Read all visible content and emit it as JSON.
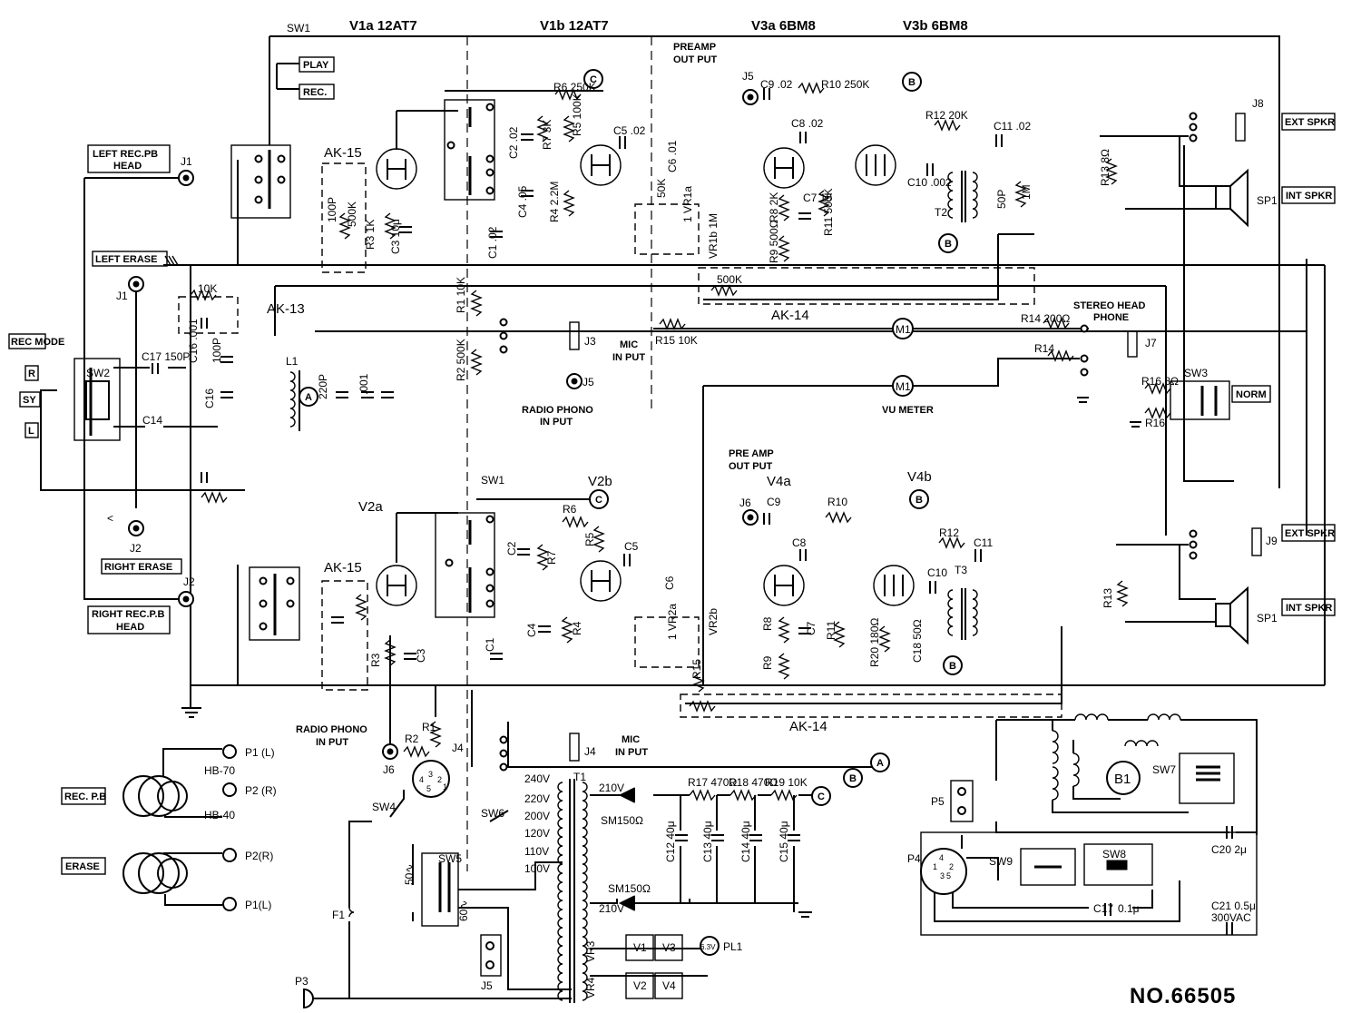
{
  "title": {
    "doc_number": "NO.66505"
  },
  "tubes": {
    "v1a": "V1a 12AT7",
    "v1b": "V1b 12AT7",
    "v3a": "V3a 6BM8",
    "v3b": "V3b 6BM8",
    "v2a": "V2a",
    "v2b": "V2b",
    "v4a": "V4a",
    "v4b": "V4b"
  },
  "boxed_labels": {
    "play": "PLAY",
    "rec": "REC.",
    "preamp_out_top": [
      "PREAMP",
      "OUT PUT"
    ],
    "preamp_out_bottom": [
      "PRE AMP",
      "OUT PUT"
    ],
    "left_head": [
      "LEFT REC.PB",
      "HEAD"
    ],
    "right_head": [
      "RIGHT REC.P.B",
      "HEAD"
    ],
    "left_erase": "LEFT ERASE",
    "right_erase": "RIGHT ERASE",
    "rec_mode": "REC MODE",
    "r": "R",
    "sy": "SY",
    "l": "L",
    "mic_in_top": [
      "MIC",
      "IN PUT"
    ],
    "mic_in_bottom": [
      "MIC",
      "IN PUT"
    ],
    "radio_in_top": [
      "RADIO PHONO",
      "IN PUT"
    ],
    "radio_in_bottom": [
      "RADIO PHONO",
      "IN PUT"
    ],
    "vu_meter": "VU METER",
    "stereo_phone": [
      "STEREO HEAD",
      "PHONE"
    ],
    "norm": "NORM",
    "ext_spkr_1": "EXT SPKR",
    "int_spkr_1": "INT SPKR",
    "ext_spkr_2": "EXT SPKR",
    "int_spkr_2": "INT SPKR",
    "rec_pb": "REC. P.B",
    "erase": "ERASE"
  },
  "modules": {
    "ak15_top": "AK-15",
    "ak15_bottom": "AK-15",
    "ak13": "AK-13",
    "ak14_top": "AK-14",
    "ak14_bottom": "AK-14"
  },
  "switches": {
    "sw1_top": "SW1",
    "sw1_bottom": "SW1",
    "sw2": "SW2",
    "sw3": "SW3",
    "sw4": "SW4",
    "sw5": "SW5",
    "sw6": "SW6",
    "sw7": "SW7",
    "sw8": "SW8",
    "sw9": "SW9"
  },
  "jacks": {
    "j1_top": "J1",
    "j1_mid": "J1",
    "j2_mid": "J2",
    "j2_bottom": "J2",
    "j3": "J3",
    "j4": "J4",
    "j4_socket": "J4",
    "j5_top": "J5",
    "j5_mid": "J5",
    "j5_bottom": "J5",
    "j6_top": "J6",
    "j6_bottom": "J6",
    "j7": "J7",
    "j8": "J8",
    "j9": "J9"
  },
  "components_top": {
    "r6": "R6 250K",
    "r5": "R5 100K",
    "r7": "R7 3K",
    "r4": "R4 2.2M",
    "r3": "R3 1K",
    "c2": "C2 .02",
    "c4": "C4 .05",
    "c1": "C1 .02",
    "c3": "C3 10μ",
    "c5": "C5 .02",
    "c6": "C6 .01",
    "vr1a": "1 VR1a",
    "vr1b": "VR1b 1M",
    "vr_50k": "50K",
    "r_100p": "100P",
    "r_500k": "500K",
    "c9": "C9 .02",
    "r10": "R10 250K",
    "r12": "R12 20K",
    "c8": "C8 .02",
    "c11": "C11 .02",
    "c10": "C10 .002",
    "c7": "C7 10",
    "r8": "R8 2K",
    "r9": "R9 500Ω",
    "r11": "R11 500K",
    "r13": "R13 8Ω",
    "t2": "T2",
    "p50": "50P",
    "r1m": "1M",
    "r500k_bus": "500K",
    "r1": "R1 10K",
    "r2": "R2 500K",
    "r15": "R15 10K",
    "r14a": "R14 200Ω",
    "r14b": "R14",
    "r16a": "R16 8Ω",
    "r16b": "R16",
    "m1a": "M1",
    "m1b": "M1"
  },
  "components_mid": {
    "r10k": "10K",
    "c17": "C17 150P",
    "c16a": "C16 .001",
    "p100": "100P",
    "c16b": "C16",
    "l1": "L1",
    "c220p": "220P",
    "c001": ".001",
    "c14": "C14"
  },
  "components_bottom": {
    "r6": "R6",
    "r7": "R7",
    "r5": "R5",
    "c2": "C2",
    "c4": "C4",
    "r4": "R4",
    "c1": "C1",
    "c3": "C3",
    "r3": "R3",
    "c5": "C5",
    "c6": "C6",
    "vr2a": "1 VR2a",
    "vr2b": "VR2b",
    "r15": "R15",
    "c9": "C9",
    "r10": "R10",
    "c8": "C8",
    "r12": "R12",
    "c11": "C11",
    "r8": "R8",
    "r9": "R9",
    "c7": "C7",
    "r11": "R11",
    "c10": "C10",
    "t3": "T3",
    "r20": "R20 180Ω",
    "c18": "C18 50Ω",
    "r13": "R13",
    "r1": "R1",
    "r2": "R2"
  },
  "power": {
    "t1": "T1",
    "taps": [
      "240V",
      "220V",
      "200V",
      "120V",
      "110V",
      "100V"
    ],
    "d1": "210V",
    "d1_type": "SM150Ω",
    "d2": "SM150Ω",
    "d2v": "210V",
    "r17": "R17 470Ω",
    "r18": "R18 470Ω",
    "r19": "R19 10K",
    "c12": "C12 40μ",
    "c13": "C13 40μ",
    "c14": "C14 40μ",
    "c15": "C15 40μ",
    "sw5_50": "50∿",
    "sw5_60": "60∿",
    "f1": "F1",
    "p3": "P3",
    "vr3": "VR3",
    "vr4": "VR4",
    "v1": "V1",
    "v2": "V2",
    "v3": "V3",
    "v4": "V4",
    "pl1": "PL1",
    "pl_val": "6.3V"
  },
  "heads": {
    "p1l_top": "P1 (L)",
    "p2r_top": "P2 (R)",
    "hb70": "HB-70",
    "hb40": "HB-40",
    "p2r_bottom": "P2(R)",
    "p1l_bottom": "P1(L)"
  },
  "battery_section": {
    "b1": "B1",
    "p5": "P5",
    "p4": "P4",
    "c20": "C20 2μ",
    "c21": "C21 0.5μ",
    "c21v": "300VAC",
    "c17": "C17",
    "c17v": "0.1μ",
    "pins": [
      "1",
      "4",
      "2",
      "3",
      "5"
    ]
  },
  "nodes": {
    "a": "A",
    "b": "B",
    "c": "C"
  },
  "misc": {
    "sp1_top": "SP1",
    "sp1_bottom": "SP1",
    "j4_pins": [
      "4",
      "3",
      "2",
      "1",
      "5"
    ],
    "t_arrow": "<"
  }
}
